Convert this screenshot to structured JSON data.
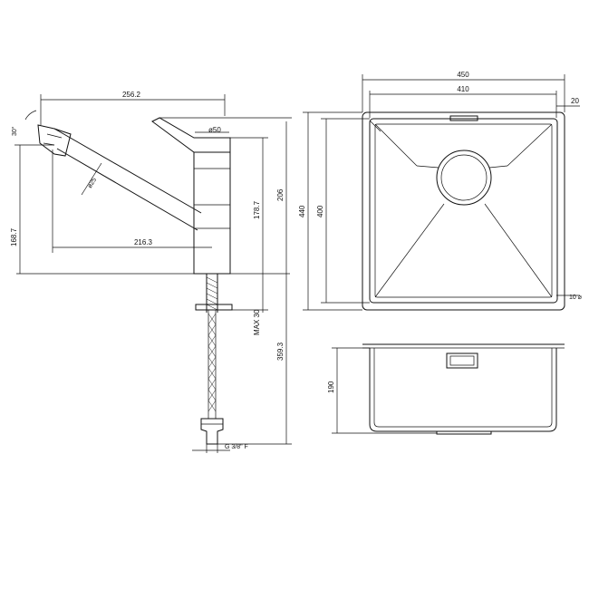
{
  "tap": {
    "dim_reach": "256.2",
    "dim_body_dia": "ø50",
    "dim_angle": "30°",
    "dim_spout_dia": "ø25",
    "dim_spout_height": "168.7",
    "dim_body_height": "178.7",
    "dim_total_height": "206",
    "dim_spout_reach": "216.3",
    "dim_max_deck": "MAX 30",
    "dim_hose_length": "359.3",
    "dim_thread": "G 3/8\" F"
  },
  "sink_top": {
    "dim_outer_width": "450",
    "dim_inner_width": "410",
    "dim_flange": "20",
    "dim_outer_depth": "440",
    "dim_inner_depth": "400",
    "dim_radius": "10 ⌀"
  },
  "sink_side": {
    "dim_bowl_height": "190"
  }
}
